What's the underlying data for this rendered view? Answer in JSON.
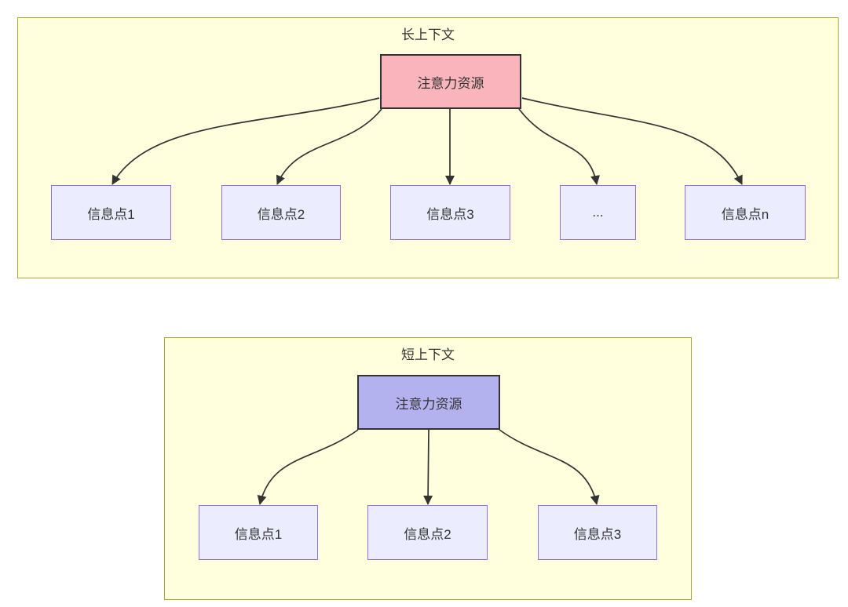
{
  "diagram": {
    "type": "flowchart",
    "sections": [
      {
        "title": "长上下文",
        "root": {
          "label": "注意力资源",
          "fill": "#fab5bc"
        },
        "children": [
          {
            "label": "信息点1"
          },
          {
            "label": "信息点2"
          },
          {
            "label": "信息点3"
          },
          {
            "label": "..."
          },
          {
            "label": "信息点n"
          }
        ]
      },
      {
        "title": "短上下文",
        "root": {
          "label": "注意力资源",
          "fill": "#b3b1ee"
        },
        "children": [
          {
            "label": "信息点1"
          },
          {
            "label": "信息点2"
          },
          {
            "label": "信息点3"
          }
        ]
      }
    ],
    "colors": {
      "section_fill": "#ffffde",
      "section_border": "#aaaa33",
      "node_fill": "#ececff",
      "node_border": "#9370db",
      "root_border": "#333333",
      "edge": "#333333",
      "text": "#333333",
      "page_background": "#ffffff"
    }
  }
}
